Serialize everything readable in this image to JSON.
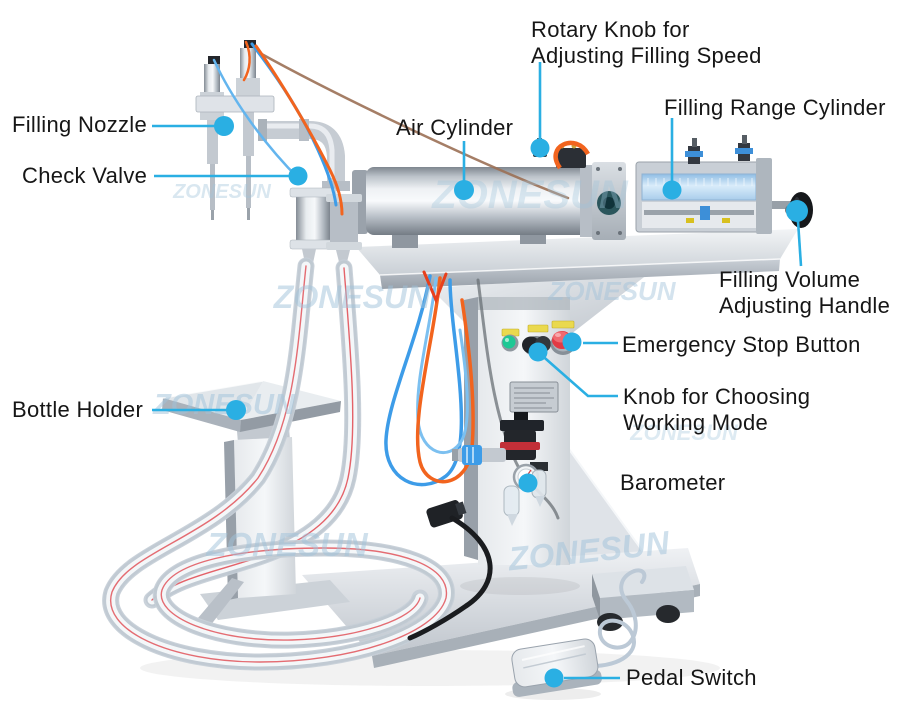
{
  "figure": {
    "type": "annotated-product-diagram",
    "subject": "pneumatic liquid filling machine"
  },
  "watermark": {
    "text": "ZONESUN",
    "color": "#9fc2da"
  },
  "colors": {
    "accent_callout": "#2aafe3",
    "label_text": "#161616",
    "background": "#ffffff",
    "emergency_button": "#e23a44",
    "start_button_green": "#1ec895",
    "pneumatic_tube_blue": "#3d9ce8",
    "pneumatic_tube_orange": "#f2641e"
  },
  "callouts": [
    {
      "id": "rotary-knob",
      "label": "Rotary Knob for\nAdjusting Filling Speed"
    },
    {
      "id": "filling-range",
      "label": "Filling Range Cylinder"
    },
    {
      "id": "air-cylinder",
      "label": "Air Cylinder"
    },
    {
      "id": "filling-nozzle",
      "label": "Filling Nozzle"
    },
    {
      "id": "check-valve",
      "label": "Check Valve"
    },
    {
      "id": "filling-volume",
      "label": "Filling Volume\nAdjusting Handle"
    },
    {
      "id": "emergency-stop",
      "label": "Emergency Stop Button"
    },
    {
      "id": "knob-working-mode",
      "label": "Knob for Choosing\nWorking Mode"
    },
    {
      "id": "bottle-holder",
      "label": "Bottle Holder"
    },
    {
      "id": "barometer",
      "label": "Barometer"
    },
    {
      "id": "pedal-switch",
      "label": "Pedal Switch"
    }
  ]
}
